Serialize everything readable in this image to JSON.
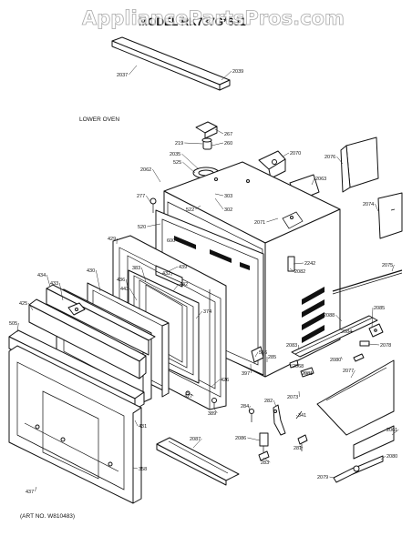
{
  "header": {
    "model_title": "MODEL RK737G*6J1",
    "watermark": "AppliancePartsPros.com",
    "section_label": "LOWER OVEN",
    "art_number": "(ART NO. W810483)"
  },
  "parts": [
    {
      "id": "2037"
    },
    {
      "id": "2039"
    },
    {
      "id": "267"
    },
    {
      "id": "219"
    },
    {
      "id": "260"
    },
    {
      "id": "2035"
    },
    {
      "id": "525"
    },
    {
      "id": "2062"
    },
    {
      "id": "2070"
    },
    {
      "id": "2076"
    },
    {
      "id": "2063"
    },
    {
      "id": "277"
    },
    {
      "id": "303"
    },
    {
      "id": "302"
    },
    {
      "id": "522"
    },
    {
      "id": "520"
    },
    {
      "id": "2074"
    },
    {
      "id": "600"
    },
    {
      "id": "2071"
    },
    {
      "id": "429"
    },
    {
      "id": "2242"
    },
    {
      "id": "2082"
    },
    {
      "id": "2075"
    },
    {
      "id": "434"
    },
    {
      "id": "430"
    },
    {
      "id": "439"
    },
    {
      "id": "433"
    },
    {
      "id": "383"
    },
    {
      "id": "432"
    },
    {
      "id": "436"
    },
    {
      "id": "442"
    },
    {
      "id": "425"
    },
    {
      "id": "443"
    },
    {
      "id": "374"
    },
    {
      "id": "427"
    },
    {
      "id": "426"
    },
    {
      "id": "2088"
    },
    {
      "id": "2085"
    },
    {
      "id": "505"
    },
    {
      "id": "2084"
    },
    {
      "id": "2078"
    },
    {
      "id": "2083"
    },
    {
      "id": "2080"
    },
    {
      "id": "536"
    },
    {
      "id": "285"
    },
    {
      "id": "2068"
    },
    {
      "id": "2081"
    },
    {
      "id": "389"
    },
    {
      "id": "397"
    },
    {
      "id": "2077"
    },
    {
      "id": "2073"
    },
    {
      "id": "284"
    },
    {
      "id": "282"
    },
    {
      "id": "341"
    },
    {
      "id": "281"
    },
    {
      "id": "431"
    },
    {
      "id": "2087"
    },
    {
      "id": "2086"
    },
    {
      "id": "2061"
    },
    {
      "id": "283"
    },
    {
      "id": "2080"
    },
    {
      "id": "358"
    },
    {
      "id": "2079"
    },
    {
      "id": "437"
    }
  ]
}
